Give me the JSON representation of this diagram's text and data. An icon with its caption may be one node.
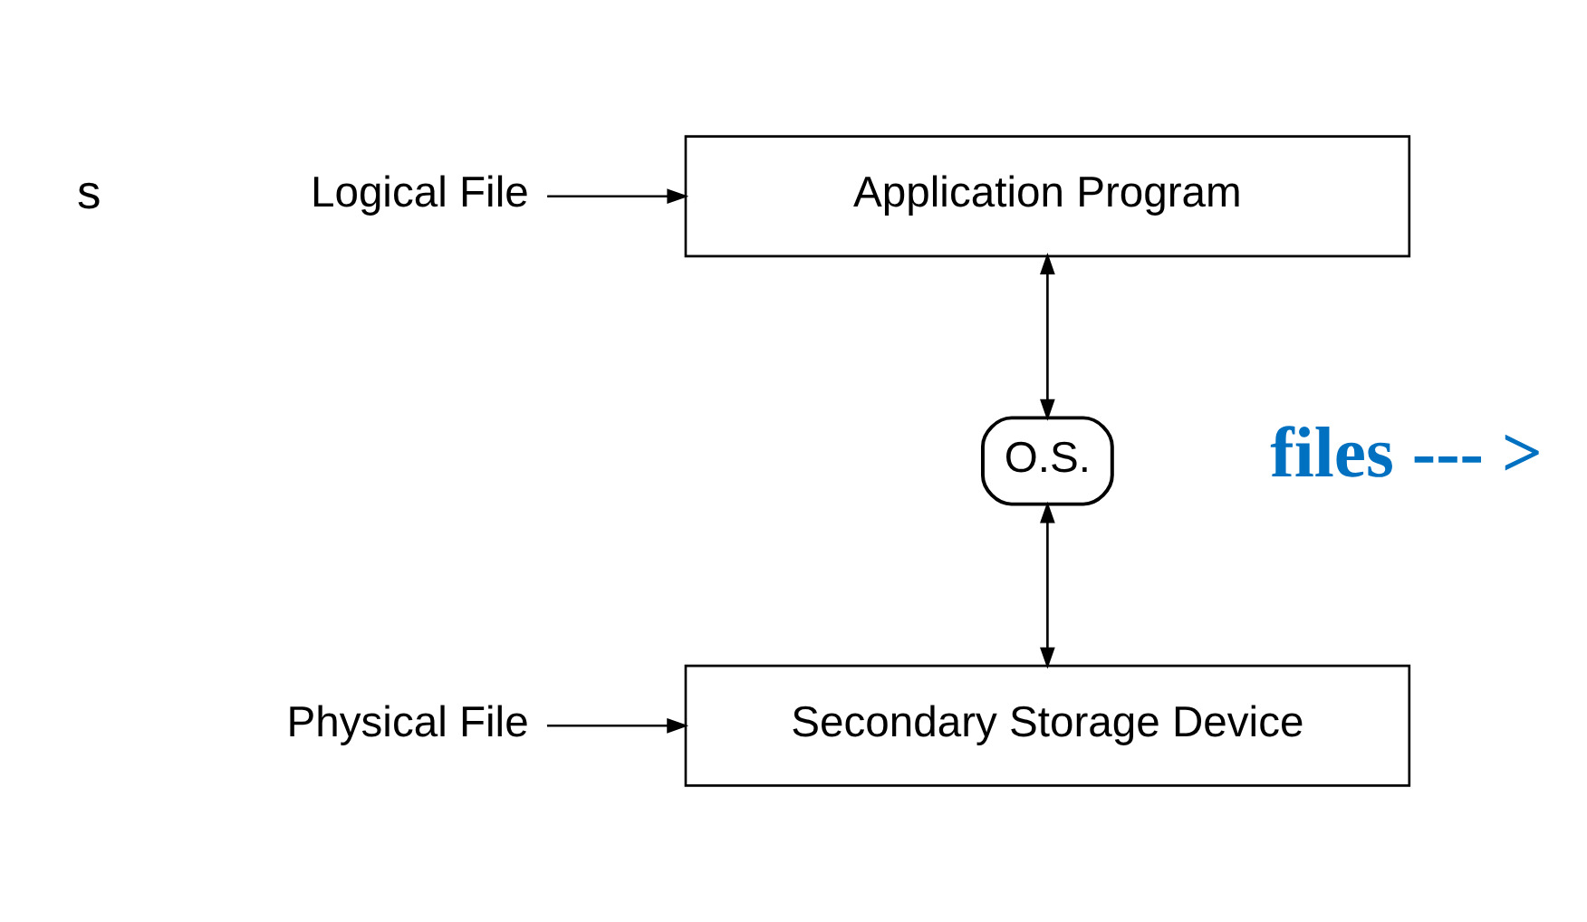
{
  "diagram": {
    "nodes": [
      {
        "text": [
          "Logical File"
        ]
      },
      {
        "text": [
          "Application Program"
        ]
      },
      {
        "text": [
          "O.S."
        ]
      },
      {
        "text": [
          "Physical File"
        ]
      },
      {
        "text": [
          "Secondary Storage Device"
        ]
      }
    ],
    "edges": [
      {
        "from": 0,
        "to": 1,
        "arrow": "to"
      },
      {
        "from": 1,
        "to": 2,
        "arrow": "both"
      },
      {
        "from": 2,
        "to": 4,
        "arrow": "both"
      },
      {
        "from": 3,
        "to": 4,
        "arrow": "to"
      }
    ],
    "labels": [
      "s",
      "files --- >"
    ]
  }
}
